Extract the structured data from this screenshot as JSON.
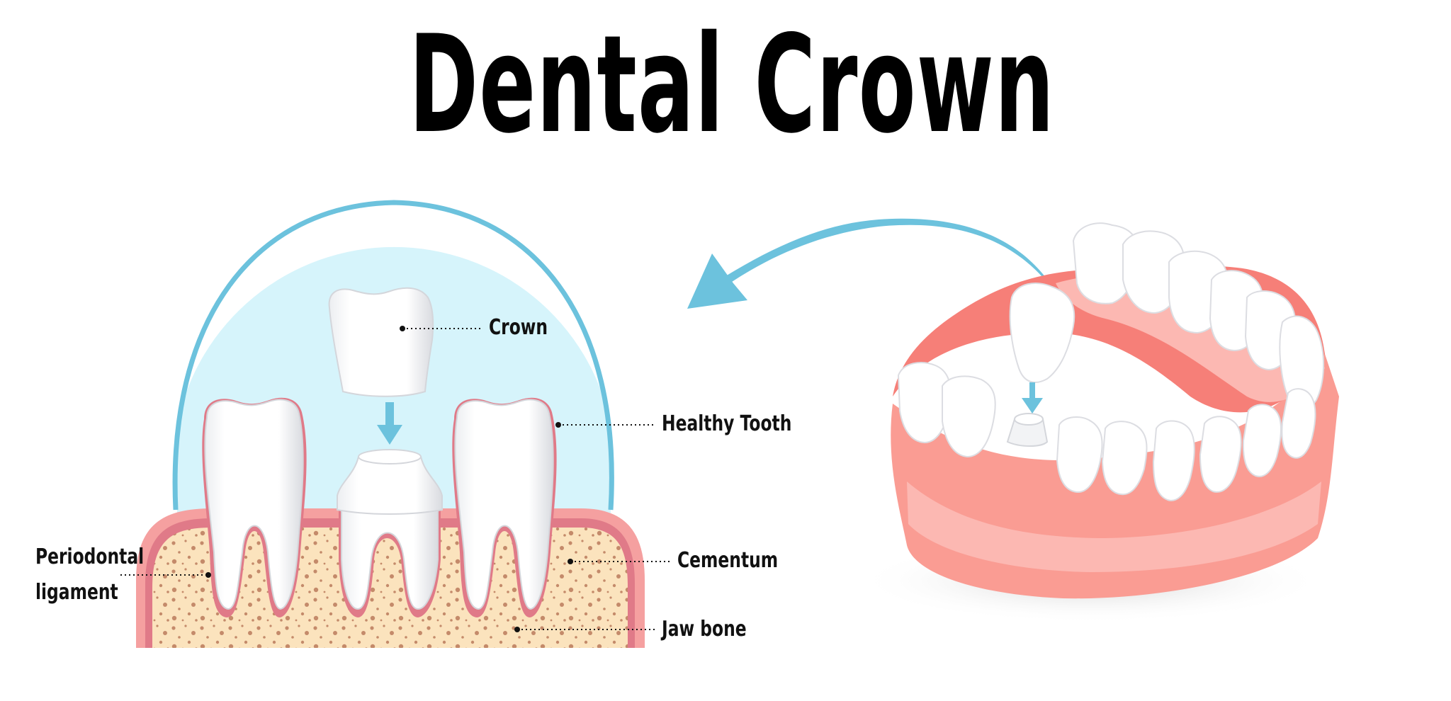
{
  "title": "Dental Crown",
  "labels": {
    "crown": "Crown",
    "healthy_tooth": "Healthy Tooth",
    "periodontal_line1": "Periodontal",
    "periodontal_line2": "ligament",
    "cementum": "Cementum",
    "jaw_bone": "Jaw bone"
  },
  "colors": {
    "circle_fill": "#d6f4fb",
    "circle_stroke": "#6cc2dd",
    "arrow": "#6cc2dd",
    "gum_outer": "#f5a0a0",
    "gum_inner": "#e07a88",
    "bone": "#fbe3bd",
    "bone_speckle": "#c48a6a",
    "tooth": "#ffffff",
    "tooth_shade": "#e4e6ea",
    "jaw_pink": "#fa9c93",
    "jaw_light": "#fcb8b2",
    "jaw_dark": "#f67f78",
    "text": "#111111"
  }
}
